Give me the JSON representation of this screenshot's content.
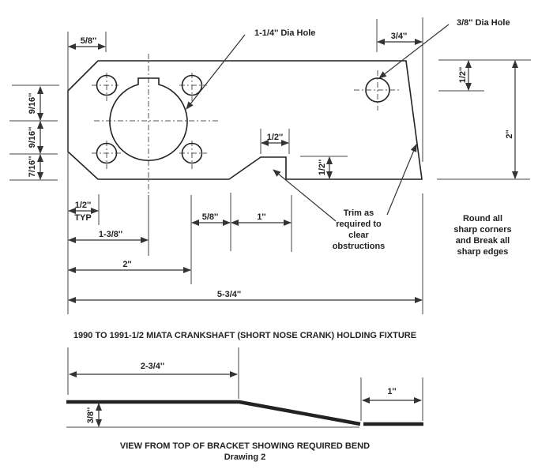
{
  "title": "1990 TO 1991-1/2 MIATA CRANKSHAFT (SHORT NOSE CRANK) HOLDING FIXTURE",
  "callouts": {
    "big_hole": "1-1/4'' Dia Hole",
    "small_hole": "3/8'' Dia Hole",
    "trim": [
      "Trim as",
      "required to",
      "clear",
      "obstructions"
    ],
    "note": [
      "Round all",
      "sharp corners",
      "and Break all",
      "sharp edges"
    ]
  },
  "dimensions": {
    "top_left": "5/8''",
    "top_right": "3/4''",
    "left_upper": "9/16''",
    "left_middle": "9/16''",
    "left_lower": "7/16''",
    "right_hole": "1/2''",
    "right_total": "2''",
    "notch_width": "1/2''",
    "notch_height": "1/2''",
    "typ_value": "1/2''",
    "typ_label": "TYP",
    "bottom_5_8": "5/8''",
    "bottom_1": "1''",
    "bottom_1_3_8": "1-3/8''",
    "bottom_2": "2''",
    "overall": "5-3/4''"
  },
  "bend_view": {
    "length": "2-3/4''",
    "end_length": "1''",
    "offset": "3/8''",
    "caption": "VIEW FROM TOP OF BRACKET SHOWING REQUIRED BEND",
    "drawing": "Drawing 2"
  }
}
